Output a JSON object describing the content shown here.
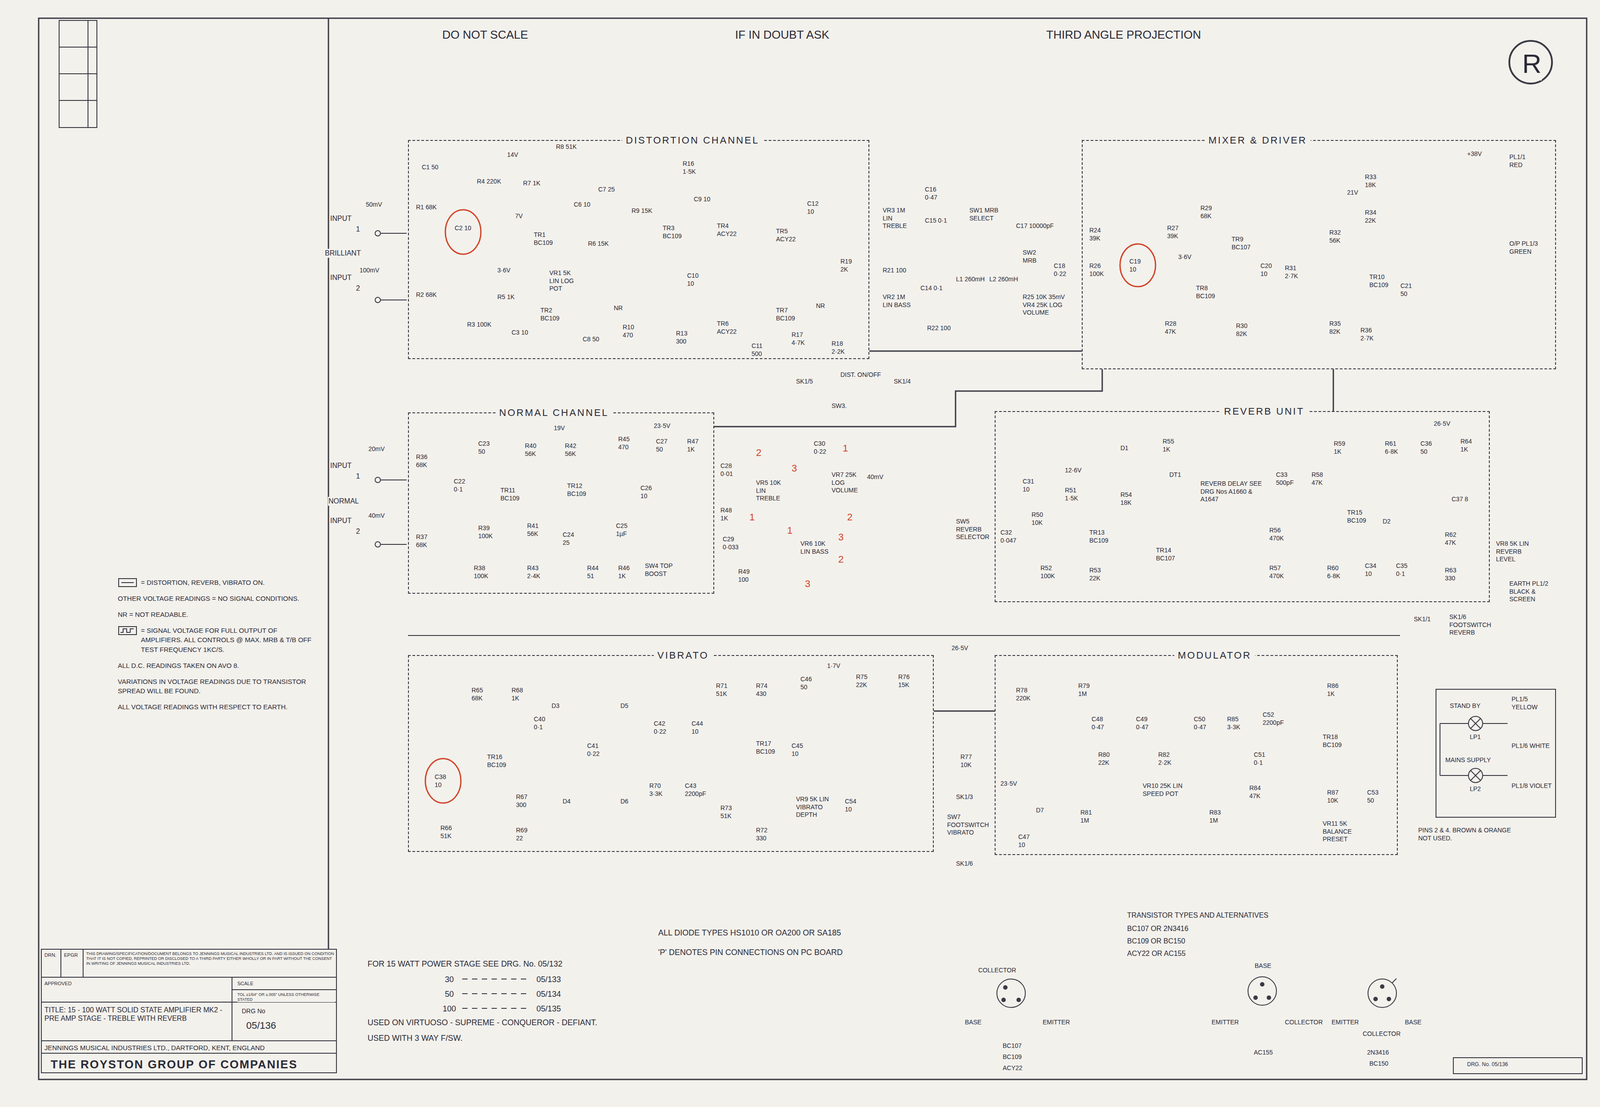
{
  "diagram": {
    "nodes": [
      {
        "text": [
          "DISTORTION CHANNEL"
        ]
      },
      {
        "text": [
          "MIXER & DRIVER"
        ]
      },
      {
        "text": [
          "NORMAL CHANNEL"
        ]
      },
      {
        "text": [
          "REVERB UNIT"
        ]
      },
      {
        "text": [
          "VIBRATO"
        ]
      },
      {
        "text": [
          "MODULATOR"
        ]
      },
      {
        "text": [
          "STAND BY",
          "LP1",
          "MAINS SUPPLY",
          "LP2"
        ]
      },
      {
        "text": [
          "THIS DRAWING/SPECIFICATION/DOCUMENT BELONGS TO JENNINGS MUSICAL INDUSTRIES LTD. AND IS ISSUED ON CONDITION THAT IT IS NOT COPIED, REPRINTED OR DISCLOSED TO A THIRD PARTY EITHER WHOLLY OR IN PART WITHOUT THE CONSENT IN WRITING OF JENNINGS MUSICAL INDUSTRIES LTD.",
          "DRN.",
          "EPGR",
          "APPROVED",
          "SCALE",
          "TOL ±1/64\" OR ±.005\" UNLESS OTHERWISE STATED",
          "TITLE: 15 - 100 WATT SOLID STATE AMPLIFIER MK2 - PRE AMP STAGE - TREBLE WITH REVERB",
          "DRG No",
          "05/136",
          "JENNINGS MUSICAL INDUSTRIES LTD., DARTFORD, KENT, ENGLAND",
          "THE ROYSTON GROUP OF COMPANIES"
        ]
      }
    ],
    "edges": [
      {
        "from": 0,
        "to": 1,
        "arrow": "none"
      },
      {
        "from": 2,
        "to": 1,
        "arrow": "none"
      },
      {
        "from": 3,
        "to": 1,
        "arrow": "none"
      },
      {
        "from": 4,
        "to": 5,
        "arrow": "none"
      }
    ],
    "labels": [
      "DO NOT SCALE",
      "IF IN DOUBT ASK",
      "THIRD ANGLE PROJECTION",
      "R",
      "INPUT",
      "1",
      "BRILLIANT",
      "INPUT",
      "2",
      "50mV",
      "100mV",
      "R1 68K",
      "R2 68K",
      "C1 50",
      "C2 10",
      "R4 220K",
      "14V",
      "R7 1K",
      "7V",
      "TR1 BC109",
      "3·6V",
      "R5 1K",
      "R3 100K",
      "C3 10",
      "TR2 BC109",
      "VR1 5K LIN LOG POT",
      "R6 15K",
      "C6 10",
      "R8 51K",
      "C7 25",
      "R9 15K",
      "TR3 BC109",
      "TR4 ACY22",
      "TR5 ACY22",
      "C12 10",
      "TR6 ACY22",
      "TR7 BC109",
      "R16 1·5K",
      "C9 10",
      "R10 470",
      "C8 50",
      "C10 10",
      "R13 300",
      "C11 500",
      "R17 4·7K",
      "R18 2·2K",
      "R19 2K",
      "NR",
      "NR",
      "VR3 1M LIN TREBLE",
      "R21 100",
      "VR2 1M LIN BASS",
      "C16 0·47",
      "C15 0·1",
      "C14 0·1",
      "R22 100",
      "SW1 MRB SELECT",
      "C17 10000pF",
      "SW2 MRB",
      "L1 260mH",
      "L2 260mH",
      "R25 10K 35mV VR4 25K LOG VOLUME",
      "C18 0·22",
      "R24 39K",
      "R26 100K",
      "C19 10",
      "R27 39K",
      "R29 68K",
      "3·6V",
      "TR8 BC109",
      "TR9 BC107",
      "R28 47K",
      "R30 82K",
      "C20 10",
      "R31 2·7K",
      "21V",
      "R32 56K",
      "R33 18K",
      "R34 22K",
      "TR10 BC109",
      "R35 82K",
      "R36 2·7K",
      "C21 50",
      "+38V",
      "PL1/1 RED",
      "O/P PL1/3 GREEN",
      "DIST. ON/OFF",
      "SW3.",
      "SK1/5",
      "SK1/4",
      "INPUT",
      "1",
      "NORMAL",
      "INPUT",
      "2",
      "20mV",
      "40mV",
      "R36 68K",
      "R37 68K",
      "C22 0·1",
      "C23 50",
      "19V",
      "R40 56K",
      "R42 56K",
      "R45 470",
      "C27 50",
      "23·5V",
      "R47 1K",
      "TR11 BC109",
      "TR12 BC109",
      "R39 100K",
      "R38 100K",
      "R41 56K",
      "C24 25",
      "R43 2·4K",
      "R44 51",
      "C25 1µF",
      "R46 1K",
      "SW4 TOP BOOST",
      "C26 10",
      "C28 0·01",
      "VR5 10K LIN TREBLE",
      "R48 1K",
      "C29 0·033",
      "VR6 10K LIN BASS",
      "R49 100",
      "C30 0·22",
      "VR7 25K LOG VOLUME",
      "40mV",
      "2",
      "1",
      "3",
      "1",
      "2",
      "3",
      "1",
      "2",
      "3",
      "SW5 REVERB SELECTOR",
      "C31 10",
      "C32 0·047",
      "R50 10K",
      "R51 1·5K",
      "12·6V",
      "TR13 BC109",
      "R52 100K",
      "R53 22K",
      "TR14 BC107",
      "D1",
      "R55 1K",
      "R54 18K",
      "DT1",
      "REVERB DELAY SEE DRG Nos A1660 & A1647",
      "R56 470K",
      "R57 470K",
      "C33 500pF",
      "R58 47K",
      "TR15 BC109",
      "R59 1K",
      "R61 6·8K",
      "C36 50",
      "R64 1K",
      "26·5V",
      "D2",
      "C37 8",
      "R62 47K",
      "R63 330",
      "VR8 5K LIN REVERB LEVEL",
      "R60 6·8K",
      "C34 10",
      "C35 0·1",
      "EARTH PL1/2 BLACK & SCREEN",
      "SK1/1",
      "SK1/6 FOOTSWITCH REVERB",
      "R65 68K",
      "R68 1K",
      "TR16 BC109",
      "C38 10",
      "R66 51K",
      "R67 300",
      "R69 22",
      "C40 0·1",
      "D3",
      "D4",
      "D5",
      "D6",
      "C41 0·22",
      "C42 0·22",
      "C44 10",
      "R71 51K",
      "R74 430",
      "R70 3·3K",
      "C43 2200pF",
      "TR17 BC109",
      "R73 51K",
      "R72 330",
      "C45 10",
      "C46 50",
      "1·7V",
      "R75 22K",
      "R76 15K",
      "26·5V",
      "VR9 5K LIN VIBRATO DEPTH",
      "C54 10",
      "R77 10K",
      "SW7 FOOTSWITCH VIBRATO",
      "SK1/3",
      "SK1/6",
      "23·5V",
      "R78 220K",
      "R79 1M",
      "C48 0·47",
      "C49 0·47",
      "C50 0·47",
      "R85 3·3K",
      "C52 2200pF",
      "R80 22K",
      "R82 2·2K",
      "C51 0·1",
      "VR10 25K LIN SPEED POT",
      "R81 1M",
      "R83 1M",
      "R84 47K",
      "R86 1K",
      "TR18 BC109",
      "R87 10K",
      "VR11 5K BALANCE PRESET",
      "C53 50",
      "D7",
      "C47 10",
      "PL1/5 YELLOW",
      "PL1/6 WHITE",
      "PL1/8 VIOLET",
      "PINS 2 & 4. BROWN & ORANGE NOT USED.",
      "OTHER VOLTAGE READINGS = NO SIGNAL CONDITIONS.",
      "NR = NOT READABLE.",
      "ALL D.C. READINGS TAKEN ON AVO 8.",
      "VARIATIONS IN VOLTAGE READINGS DUE TO TRANSISTOR SPREAD WILL BE FOUND.",
      "ALL VOLTAGE READINGS WITH RESPECT TO EARTH.",
      "ALL DIODE TYPES HS1010 OR OA200 OR SA185",
      "'P' DENOTES PIN CONNECTIONS ON PC BOARD",
      "FOR 15 WATT POWER STAGE SEE DRG. No. 05/132",
      "30",
      "05/133",
      "50",
      "05/134",
      "100",
      "05/135",
      "USED ON VIRTUOSO - SUPREME - CONQUEROR - DEFIANT.",
      "USED WITH 3 WAY F/SW.",
      "TRANSISTOR TYPES AND ALTERNATIVES",
      "BC107 OR 2N3416",
      "BC109 OR BC150",
      "ACY22 OR AC155",
      "COLLECTOR",
      "BASE",
      "EMITTER",
      "BC107",
      "BC109",
      "ACY22",
      "BASE",
      "EMITTER",
      "COLLECTOR",
      "AC155",
      "EMITTER",
      "BASE",
      "COLLECTOR",
      "2N3416",
      "BC150",
      "DRG. No. 05/136"
    ],
    "legend": [
      {
        "text": "= DISTORTION, REVERB, VIBRATO ON."
      },
      {
        "text": "= SIGNAL VOLTAGE FOR FULL OUTPUT OF AMPLIFIERS. ALL CONTROLS @ MAX. MRB & T/B OFF TEST FREQUENCY 1KC/S."
      }
    ]
  }
}
